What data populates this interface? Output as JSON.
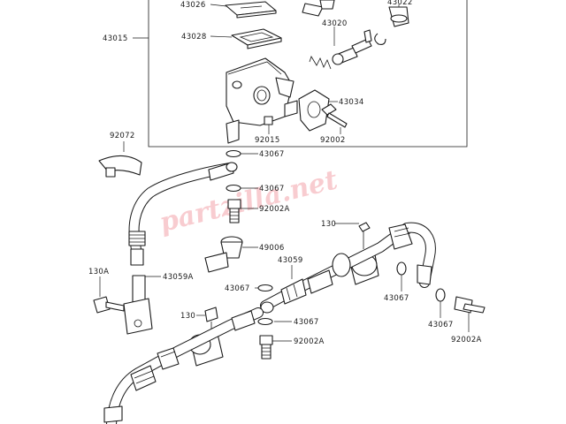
{
  "diagram": {
    "watermark": "partzilla.net",
    "parts": [
      {
        "id": "p43026",
        "label": "43026"
      },
      {
        "id": "p43022",
        "label": "43022"
      },
      {
        "id": "p43020",
        "label": "43020"
      },
      {
        "id": "p43015",
        "label": "43015"
      },
      {
        "id": "p43028",
        "label": "43028"
      },
      {
        "id": "p43034",
        "label": "43034"
      },
      {
        "id": "p92015",
        "label": "92015"
      },
      {
        "id": "p92002",
        "label": "92002"
      },
      {
        "id": "p92072",
        "label": "92072"
      },
      {
        "id": "p43067a",
        "label": "43067"
      },
      {
        "id": "p43067b",
        "label": "43067"
      },
      {
        "id": "p92002Aa",
        "label": "92002A"
      },
      {
        "id": "p130a",
        "label": "130"
      },
      {
        "id": "p49006",
        "label": "49006"
      },
      {
        "id": "p43059",
        "label": "43059"
      },
      {
        "id": "p130A",
        "label": "130A"
      },
      {
        "id": "p43059A",
        "label": "43059A"
      },
      {
        "id": "p43067c",
        "label": "43067"
      },
      {
        "id": "p43067d",
        "label": "43067"
      },
      {
        "id": "p130b",
        "label": "130"
      },
      {
        "id": "p43067e",
        "label": "43067"
      },
      {
        "id": "p43067f",
        "label": "43067"
      },
      {
        "id": "p92002Ab",
        "label": "92002A"
      },
      {
        "id": "p92002Ac",
        "label": "92002A"
      }
    ]
  }
}
